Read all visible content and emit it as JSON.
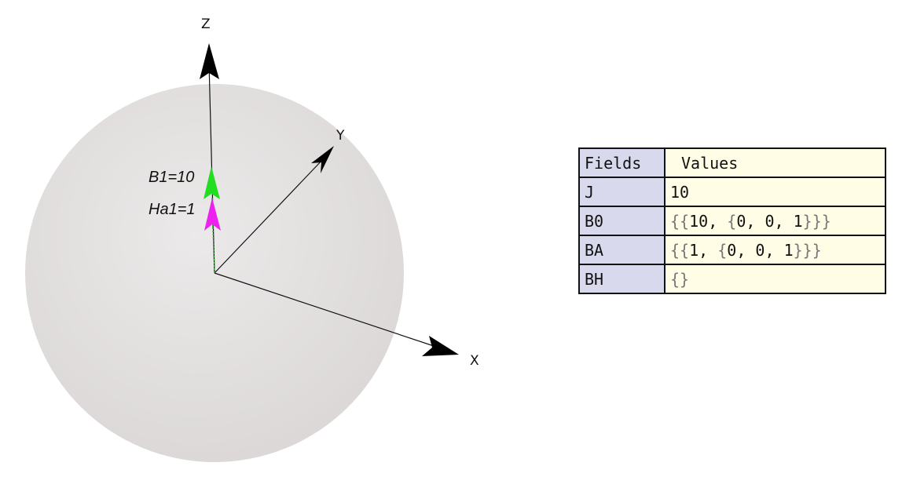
{
  "axes": {
    "x_label": "X",
    "y_label": "Y",
    "z_label": "Z"
  },
  "vectors": [
    {
      "label": "B1=10",
      "color": "#22dd22",
      "direction": "z",
      "magnitude": 10
    },
    {
      "label": "Ha1=1",
      "color": "#ee22ee",
      "direction": "z",
      "magnitude": 1
    }
  ],
  "sphere": {
    "color": "#e3e0e0"
  },
  "table": {
    "header_field": "Fields",
    "header_value": "Values",
    "header_color": "#d9d9ee",
    "value_color": "#fffde6",
    "rows": [
      {
        "field": "J",
        "value": "10"
      },
      {
        "field": "B0",
        "value": "{{10, {0, 0, 1}}}"
      },
      {
        "field": "BA",
        "value": "{{1, {0, 0, 1}}}"
      },
      {
        "field": "BH",
        "value": "{}"
      }
    ]
  }
}
